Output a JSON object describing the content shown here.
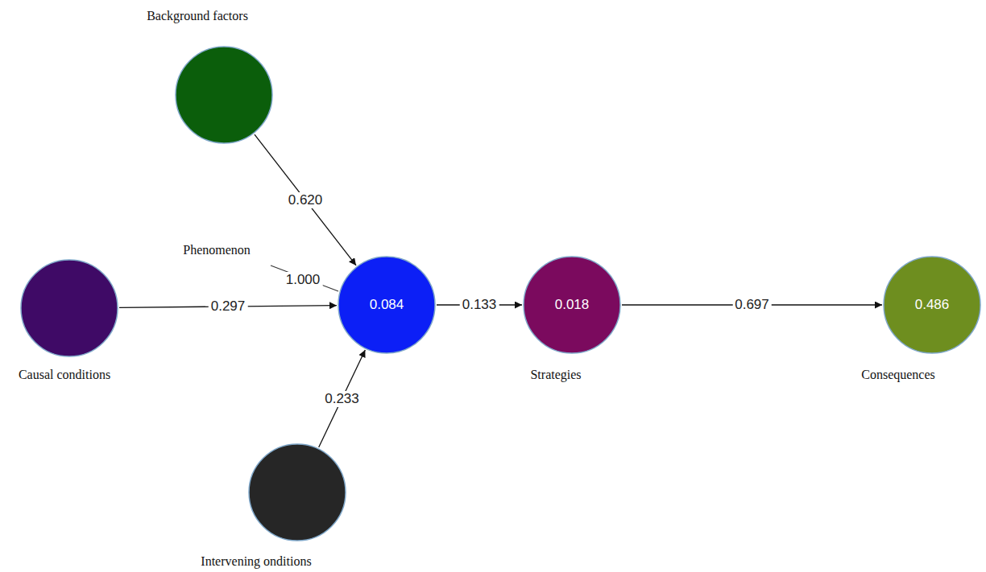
{
  "diagram": {
    "nodes": [
      {
        "text": [
          "Background factors"
        ]
      },
      {
        "text": [
          "Causal conditions"
        ]
      },
      {
        "text": [
          "Phenomenon",
          "0.084"
        ]
      },
      {
        "text": [
          "Intervening onditions"
        ]
      },
      {
        "text": [
          "Strategies",
          "0.018"
        ]
      },
      {
        "text": [
          "Consequences",
          "0.486"
        ]
      }
    ],
    "edges": [
      {
        "from": 0,
        "to": 2,
        "arrow": "to",
        "label": "0.620"
      },
      {
        "from": 1,
        "to": 2,
        "arrow": "to",
        "label": "0.297"
      },
      {
        "from": 3,
        "to": 2,
        "arrow": "to",
        "label": "0.233"
      },
      {
        "from": 2,
        "to": 4,
        "arrow": "to",
        "label": "0.133"
      },
      {
        "from": 4,
        "to": 5,
        "arrow": "to",
        "label": "0.697"
      }
    ],
    "labels": [
      "1.000"
    ]
  }
}
